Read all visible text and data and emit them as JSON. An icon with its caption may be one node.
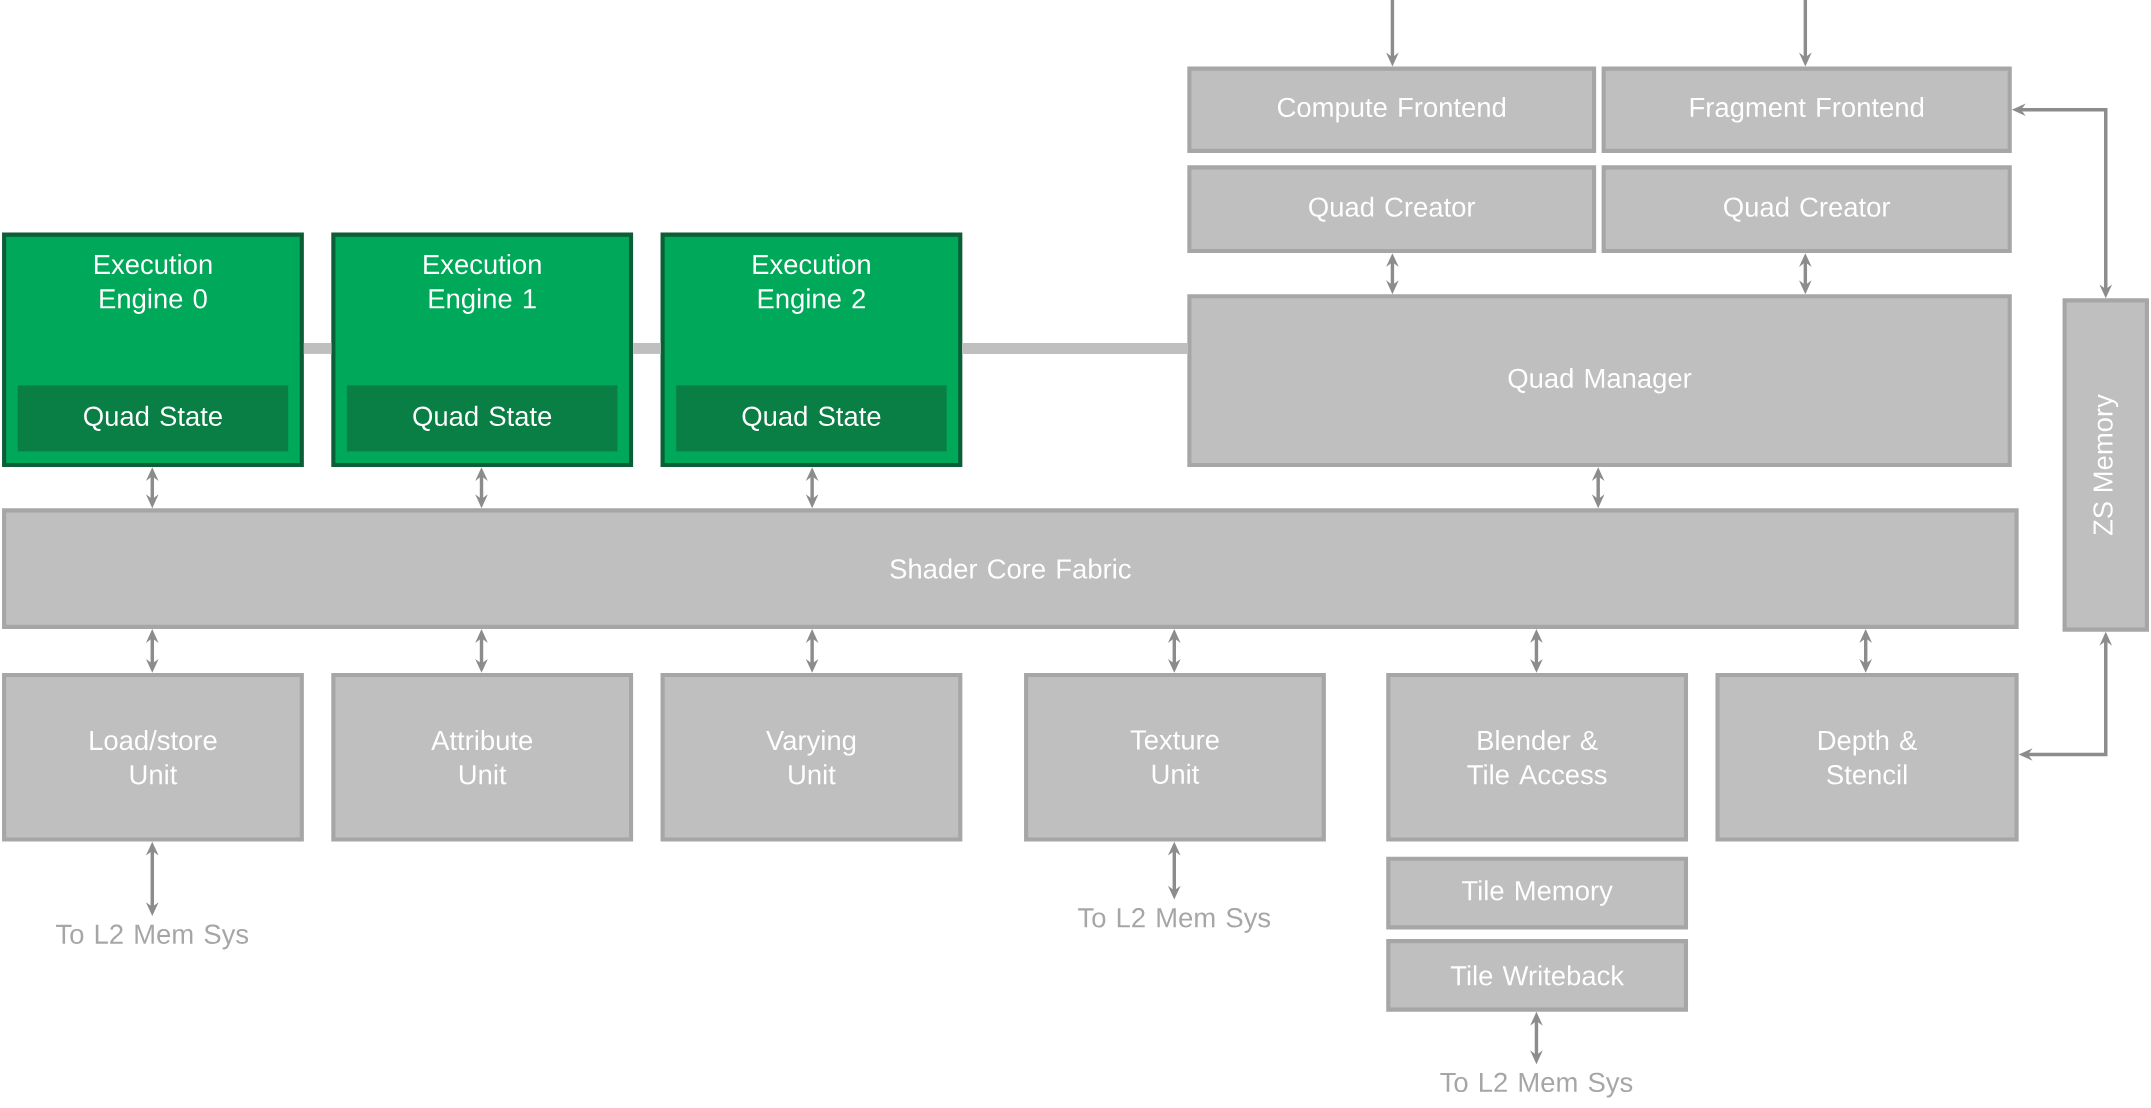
{
  "diagram": {
    "nodes": [
      {
        "text": [
          "Compute Frontend"
        ]
      },
      {
        "text": [
          "Fragment Frontend"
        ]
      },
      {
        "text": [
          "Quad Creator"
        ]
      },
      {
        "text": [
          "Quad Creator"
        ]
      },
      {
        "text": [
          "Execution Engine 0"
        ]
      },
      {
        "text": [
          "Quad State"
        ],
        "in": 4
      },
      {
        "text": [
          "Execution Engine 1"
        ]
      },
      {
        "text": [
          "Quad State"
        ],
        "in": 6
      },
      {
        "text": [
          "Execution Engine 2"
        ]
      },
      {
        "text": [
          "Quad State"
        ],
        "in": 8
      },
      {
        "text": [
          "Quad Manager"
        ]
      },
      {
        "text": [
          "ZS Memory"
        ]
      },
      {
        "text": [
          "Shader Core Fabric"
        ]
      },
      {
        "text": [
          "Load/store Unit"
        ]
      },
      {
        "text": [
          "Attribute Unit"
        ]
      },
      {
        "text": [
          "Varying Unit"
        ]
      },
      {
        "text": [
          "Texture Unit"
        ]
      },
      {
        "text": [
          "Blender & Tile Access"
        ]
      },
      {
        "text": [
          "Depth & Stencil"
        ]
      },
      {
        "text": [
          "Tile Memory"
        ]
      },
      {
        "text": [
          "Tile Writeback"
        ]
      },
      {
        "text": [
          "To L2 Mem Sys"
        ]
      },
      {
        "text": [
          "To L2 Mem Sys"
        ]
      },
      {
        "text": [
          "To L2 Mem Sys"
        ]
      }
    ],
    "edges": [
      {
        "from": null,
        "to": 0,
        "arrow": "to"
      },
      {
        "from": null,
        "to": 1,
        "arrow": "to"
      },
      {
        "from": 2,
        "to": 10,
        "arrow": "both"
      },
      {
        "from": 3,
        "to": 10,
        "arrow": "both"
      },
      {
        "from": 1,
        "to": 11,
        "arrow": "both"
      },
      {
        "from": 11,
        "to": 18,
        "arrow": "both"
      },
      {
        "from": 4,
        "to": 6,
        "arrow": "none",
        "style": "thick",
        "color": "#bfbfbf"
      },
      {
        "from": 6,
        "to": 8,
        "arrow": "none",
        "style": "thick",
        "color": "#bfbfbf"
      },
      {
        "from": 8,
        "to": 10,
        "arrow": "none",
        "style": "thick",
        "color": "#bfbfbf"
      },
      {
        "from": 4,
        "to": 12,
        "arrow": "both"
      },
      {
        "from": 6,
        "to": 12,
        "arrow": "both"
      },
      {
        "from": 8,
        "to": 12,
        "arrow": "both"
      },
      {
        "from": 10,
        "to": 12,
        "arrow": "both"
      },
      {
        "from": 12,
        "to": 13,
        "arrow": "both"
      },
      {
        "from": 12,
        "to": 14,
        "arrow": "both"
      },
      {
        "from": 12,
        "to": 15,
        "arrow": "both"
      },
      {
        "from": 12,
        "to": 16,
        "arrow": "both"
      },
      {
        "from": 12,
        "to": 17,
        "arrow": "both"
      },
      {
        "from": 12,
        "to": 18,
        "arrow": "both"
      },
      {
        "from": 13,
        "to": 21,
        "arrow": "both"
      },
      {
        "from": 16,
        "to": 22,
        "arrow": "both"
      },
      {
        "from": 20,
        "to": 23,
        "arrow": "both"
      }
    ]
  }
}
